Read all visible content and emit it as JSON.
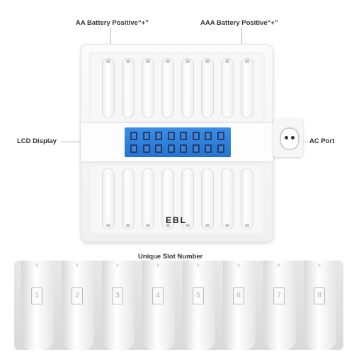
{
  "labels": {
    "aa_positive": "AA Battery Positive“+”",
    "aaa_positive": "AAA Battery Positive“+”",
    "lcd_display": "LCD Display",
    "ac_port": "AC Port",
    "unique_slot_number": "Unique Slot Number"
  },
  "brand": {
    "logo": "EBL"
  },
  "closeup": {
    "slot_numbers": [
      "1",
      "2",
      "3",
      "4",
      "5",
      "6",
      "7",
      "8"
    ],
    "plus_symbol": "+"
  },
  "colors": {
    "lcd": "#2f84de",
    "charger_body": "#f4f4f4",
    "leader_line": "#b8b8b8"
  }
}
